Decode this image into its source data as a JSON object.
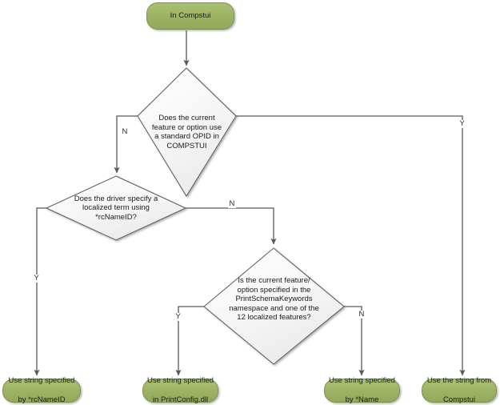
{
  "diagram": {
    "title": "Compstui string localization decision flow",
    "colors": {
      "terminator_fill": "#9db164",
      "terminator_border": "#7f8f4e",
      "decision_fill": "#f4f4f4",
      "decision_border": "#595959",
      "connector": "#595959",
      "text": "#1b1b1b",
      "background": "#ffffff"
    },
    "start": {
      "label": "In Compstui"
    },
    "decisions": [
      {
        "id": "d1",
        "line1": "Does the current",
        "line2": "feature or option use",
        "line3": "a standard OPID in",
        "line4": "COMPSTUI",
        "text": "Does the current feature or option use a standard OPID in COMPSTUI"
      },
      {
        "id": "d2",
        "line1": "Does the driver specify a",
        "line2": "localized term using",
        "line3": "*rcNameID?",
        "text": "Does the driver specify a localized term using *rcNameID?"
      },
      {
        "id": "d3",
        "line1": "Is the current feature/",
        "line2": "option specified in the",
        "line3": "PrintSchemaKeywords",
        "line4": "namespace and one of the",
        "line5": "12 localized features?",
        "text": "Is the current feature/option specified in the PrintSchemaKeywords namespace and one of the 12 localized features?"
      }
    ],
    "results": [
      {
        "id": "r1",
        "line1": "Use string specified",
        "line2": "by *rcNameID",
        "text": "Use string specified by *rcNameID"
      },
      {
        "id": "r2",
        "line1": "Use string specified",
        "line2": "in PrintConfig.dll",
        "text": "Use string specified in PrintConfig.dll"
      },
      {
        "id": "r3",
        "line1": "Use string specified",
        "line2": "by *Name",
        "text": "Use string specified by *Name"
      },
      {
        "id": "r4",
        "line1": "Use the string from",
        "line2": "Compstui",
        "text": "Use the string from Compstui"
      }
    ],
    "edge_labels": {
      "d1_no": "N",
      "d1_yes": "Y",
      "d2_no": "N",
      "d2_yes": "Y",
      "d3_yes": "Y",
      "d3_no": "N"
    },
    "edges": [
      {
        "from": "start",
        "to": "d1",
        "label": ""
      },
      {
        "from": "d1",
        "to": "d2",
        "label": "N"
      },
      {
        "from": "d1",
        "to": "r4",
        "label": "Y"
      },
      {
        "from": "d2",
        "to": "r1",
        "label": "Y"
      },
      {
        "from": "d2",
        "to": "d3",
        "label": "N"
      },
      {
        "from": "d3",
        "to": "r2",
        "label": "Y"
      },
      {
        "from": "d3",
        "to": "r3",
        "label": "N"
      }
    ]
  }
}
